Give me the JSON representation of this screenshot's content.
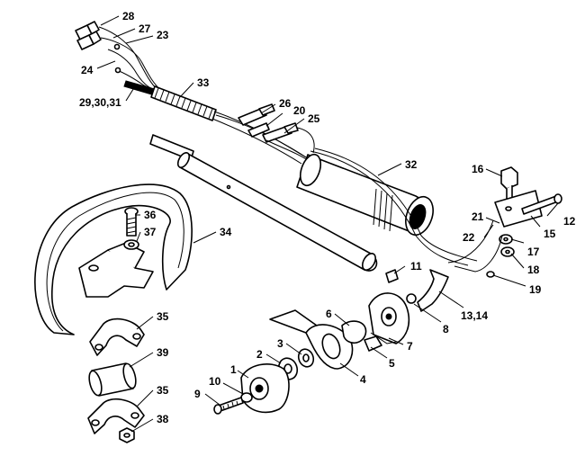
{
  "part_labels": {
    "p1": "1",
    "p2": "2",
    "p3": "3",
    "p4": "4",
    "p5": "5",
    "p6": "6",
    "p7": "7",
    "p8": "8",
    "p9": "9",
    "p10": "10",
    "p11": "11",
    "p12": "12",
    "p13_14": "13,14",
    "p15": "15",
    "p16": "16",
    "p17": "17",
    "p18": "18",
    "p19": "19",
    "p20": "20",
    "p21": "21",
    "p22": "22",
    "p23": "23",
    "p24": "24",
    "p25": "25",
    "p26": "26",
    "p27": "27",
    "p28": "28",
    "p29_30_31": "29,30,31",
    "p32": "32",
    "p33": "33",
    "p34": "34",
    "p35a": "35",
    "p35b": "35",
    "p36": "36",
    "p37": "37",
    "p38": "38",
    "p39": "39"
  },
  "colors": {
    "ink": "#000000",
    "paper": "#ffffff"
  }
}
